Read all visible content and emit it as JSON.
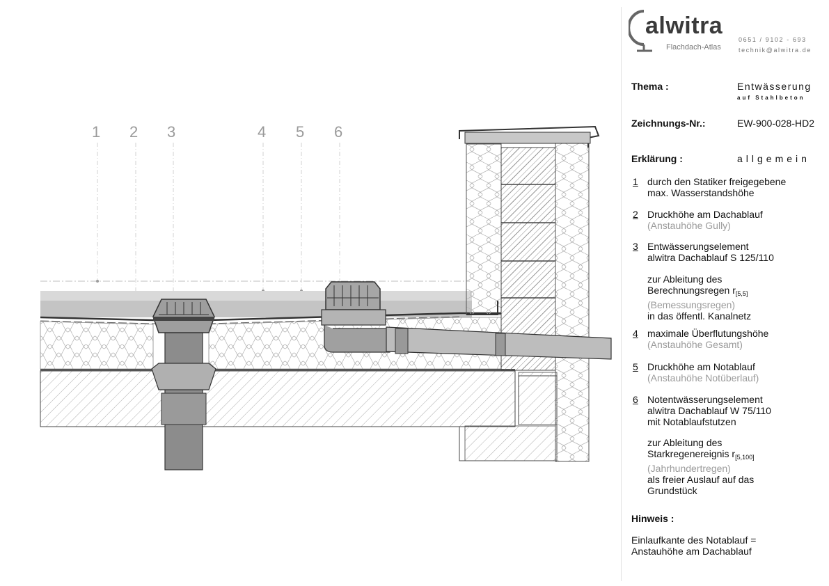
{
  "callouts": [
    "1",
    "2",
    "3",
    "4",
    "5",
    "6"
  ],
  "logo": {
    "brand": "alwitra",
    "subtitle": "Flachdach-Atlas",
    "phone": "0651 / 9102 - 693",
    "email": "technik@alwitra.de"
  },
  "thema": {
    "label": "Thema :",
    "value": "Entwässerung",
    "sub": "auf Stahlbeton"
  },
  "zeichnung": {
    "label": "Zeichnungs-Nr.:",
    "value": "EW-900-028-HD2"
  },
  "erklaerung": {
    "label": "Erklärung :",
    "value": "allgemein"
  },
  "items": {
    "i1": {
      "num": "1",
      "l1": "durch den Statiker freigegebene",
      "l2": "max. Wasserstandshöhe"
    },
    "i2": {
      "num": "2",
      "l1": "Druckhöhe am Dachablauf",
      "l2": "(Anstauhöhe Gully)"
    },
    "i3": {
      "num": "3",
      "l1": "Entwässerungselement",
      "l2": "alwitra Dachablauf S 125/110",
      "l3": "zur Ableitung des",
      "l4": "Berechnungsregen r",
      "l4sub": "[5,5]",
      "l5": "(Bemessungsregen)",
      "l6": "in das öffentl. Kanalnetz"
    },
    "i4": {
      "num": "4",
      "l1": "maximale Überflutungshöhe",
      "l2": "(Anstauhöhe Gesamt)"
    },
    "i5": {
      "num": "5",
      "l1": "Druckhöhe am Notablauf",
      "l2": "(Anstauhöhe Notüberlauf)"
    },
    "i6": {
      "num": "6",
      "l1": "Notentwässerungselement",
      "l2": "alwitra Dachablauf W 75/110",
      "l3": "mit Notablaufstutzen",
      "l4": "zur Ableitung des",
      "l5": "Starkregenereignis r",
      "l5sub": "[5,100]",
      "l6": "(Jahrhundertregen)",
      "l7": "als freier Auslauf auf das",
      "l8": "Grundstück"
    }
  },
  "hinweis": {
    "label": "Hinweis :",
    "l1": "Einlaufkante des Notablauf =",
    "l2": "Anstauhöhe am Dachablauf"
  }
}
